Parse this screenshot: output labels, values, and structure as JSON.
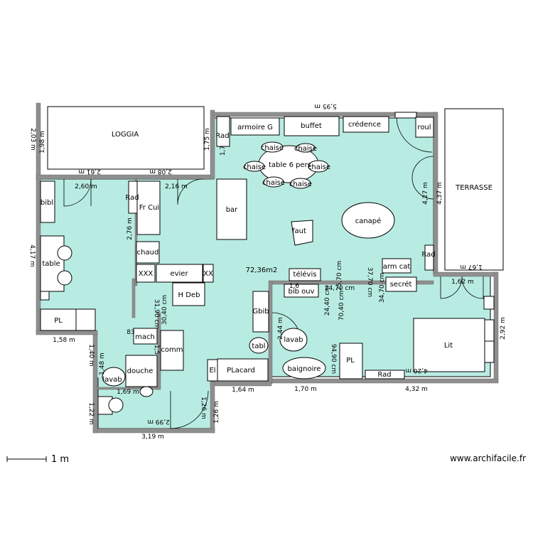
{
  "plan": {
    "rooms": {
      "loggia": "LOGGIA",
      "terrasse": "TERRASSE",
      "area": "72,36m2"
    },
    "furniture": {
      "bibl": "bibl",
      "table": "table",
      "pl_left": "PL",
      "rad_kitchen": "Rad",
      "fr_cui": "Fr Cui",
      "chaud": "chaud",
      "xxx1": "XXX",
      "evier": "evier",
      "xxx2": "XX",
      "h_deb": "H Deb",
      "mach": "mach",
      "comm": "comm",
      "douche": "douche",
      "lavab1": "lavab",
      "bar": "bar",
      "rad_top": "Rad",
      "armoire": "armoire G",
      "buffet": "buffet",
      "credence": "crédence",
      "roul": "roul",
      "table6": "table 6 pers",
      "chaise1": "chaise",
      "chaise2": "chaise",
      "chaise3": "chaise",
      "chaise4": "chaise",
      "chaise5": "chaise",
      "chaise6": "chaise",
      "canape": "canapé",
      "faut": "faut",
      "televis": "télévis",
      "bib_ouv": "bib ouv",
      "arm_cat": "arm cat",
      "secret": "secrét",
      "rad_right": "Rad",
      "gbib": "Gbib",
      "tabl": "tabl",
      "lavab2": "lavab",
      "baignoire": "baignoire",
      "pl_bath": "PL",
      "lit": "Lit",
      "rad_bed": "Rad",
      "el": "El",
      "placard": "PLacard"
    },
    "dims": {
      "d595": "5,95 m",
      "d203": "2,03 m",
      "d198": "1,98 m",
      "d175": "1,75 m",
      "d261": "2,61 m",
      "d208": "2,08 m",
      "d260": "2,60 m",
      "d216": "2,16 m",
      "d276": "2,76 m",
      "d417": "4,17 m",
      "d427": "4,27 m",
      "d437": "4,37 m",
      "d167": "1,67 m",
      "d162": "1,62 m",
      "d158": "1,58 m",
      "d140": "1,40 m",
      "d148": "1,48 m",
      "d169": "1,69 m",
      "d122": "1,22 m",
      "d299": "2,99 m",
      "d319": "3,19 m",
      "d126": "1,26 m",
      "d126b": "1,26 m",
      "d164": "1,64 m",
      "d170": "1,70 m",
      "d432": "4,32 m",
      "d420": "4,20 m",
      "d292": "2,92 m",
      "d3190": "31,90 cm",
      "d3040": "30,40 cm",
      "d3770": "37,70 cm",
      "d3470": "34,70 cm",
      "d2570": "25,70 cm",
      "d2470": "24,70 cm",
      "d2440": "24,40 cm",
      "d7040": "70,40 cm",
      "d9490": "94,90 cm",
      "d244": "2,44 m",
      "d83": "83",
      "d15": "1,5",
      "d17": "1,7",
      "d16": "1,6"
    },
    "scale_label": "1 m",
    "watermark": "www.archifacile.fr"
  }
}
